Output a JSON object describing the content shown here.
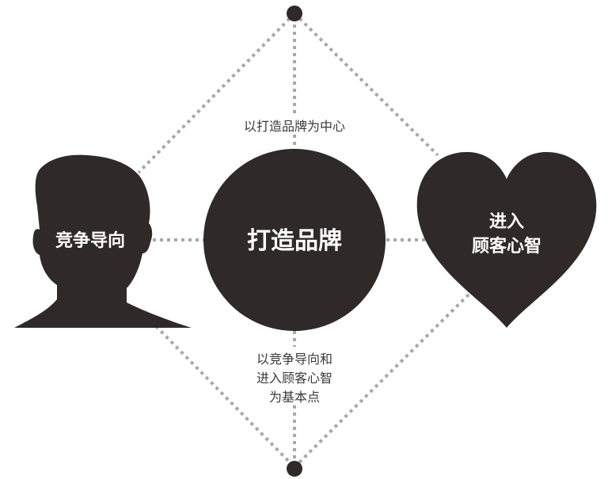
{
  "nodes": {
    "left": {
      "label": "竞争导向"
    },
    "center": {
      "label": "打造品牌"
    },
    "right": {
      "lines": [
        "进入",
        "顾客心智"
      ]
    }
  },
  "annotations": {
    "top": "以打造品牌为中心",
    "bottom": [
      "以竞争导向和",
      "进入顾客心智",
      "为基本点"
    ]
  },
  "colors": {
    "shape": "#2f2a29",
    "line": "#a8a8a8",
    "text_on_shape": "#ffffff",
    "annotation_text": "#3a3a3a"
  }
}
